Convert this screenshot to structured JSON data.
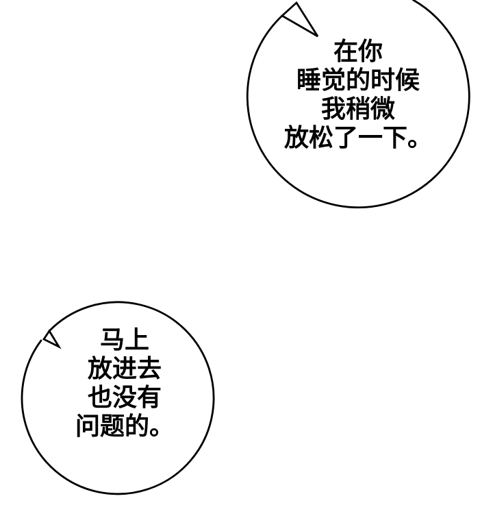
{
  "page": {
    "background_color": "#ffffff",
    "line_color": "#000000",
    "text_color": "#000000"
  },
  "bubbles": [
    {
      "name": "speech-bubble-top",
      "lines": [
        "在你",
        "睡觉的时候",
        "我稍微",
        "放松了一下。"
      ]
    },
    {
      "name": "speech-bubble-bottom",
      "lines": [
        "马上",
        "放进去",
        "也没有",
        "问题的。"
      ]
    }
  ]
}
